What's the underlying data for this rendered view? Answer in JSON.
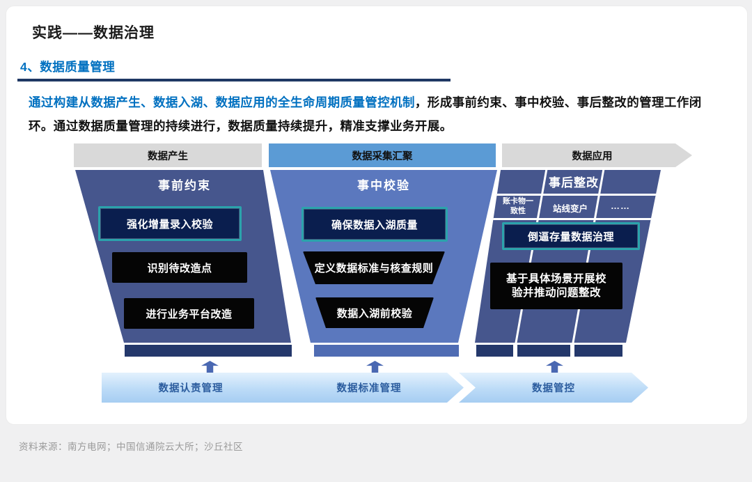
{
  "slide": {
    "title": "实践——数据治理",
    "section_heading": "4、数据质量管理",
    "intro_highlight": "通过构建从数据产生、数据入湖、数据应用的全生命周期质量管控机制",
    "intro_rest": "，形成事前约束、事中校验、事后整改的管理工作闭环。通过数据质量管理的持续进行，数据质量持续提升，精准支撑业务开展。",
    "source_note": "资料来源：南方电网；中国信通院云大所；沙丘社区"
  },
  "stages": [
    {
      "label": "数据产生"
    },
    {
      "label": "数据采集汇聚"
    },
    {
      "label": "数据应用"
    }
  ],
  "funnels": [
    {
      "title": "事前约束",
      "items": [
        "强化增量录入校验",
        "识别待改造点",
        "进行业务平台改造"
      ]
    },
    {
      "title": "事中校验",
      "items": [
        "确保数据入湖质量",
        "定义数据标准与核查规则",
        "数据入湖前校验"
      ]
    },
    {
      "title": "事后整改",
      "scenarios": [
        "账卡物一致性",
        "站线变户",
        "……"
      ],
      "items": [
        "倒逼存量数据治理",
        "基于具体场景开展校验并推动问题整改"
      ]
    }
  ],
  "foundations": [
    {
      "label": "数据认责管理"
    },
    {
      "label": "数据标准管理"
    },
    {
      "label": "数据管控"
    }
  ],
  "colors": {
    "accent_blue": "#0070c0",
    "underline_navy": "#1f3864",
    "stage_gray": "#d9d9d9",
    "stage_blue": "#5b9bd5",
    "funnel_dark_slate": "#46568d",
    "funnel_medium_blue": "#5b78be",
    "funnel_lip_navy": "#24386b",
    "highlight_box_fill": "#0a1e4e",
    "highlight_box_border": "#2ba3ac",
    "item_box_black": "#050505",
    "foundation_bar_blue": "#bcdbf7",
    "foundation_text_blue": "#2b5c9e",
    "up_arrow_blue": "#4a68b2"
  }
}
